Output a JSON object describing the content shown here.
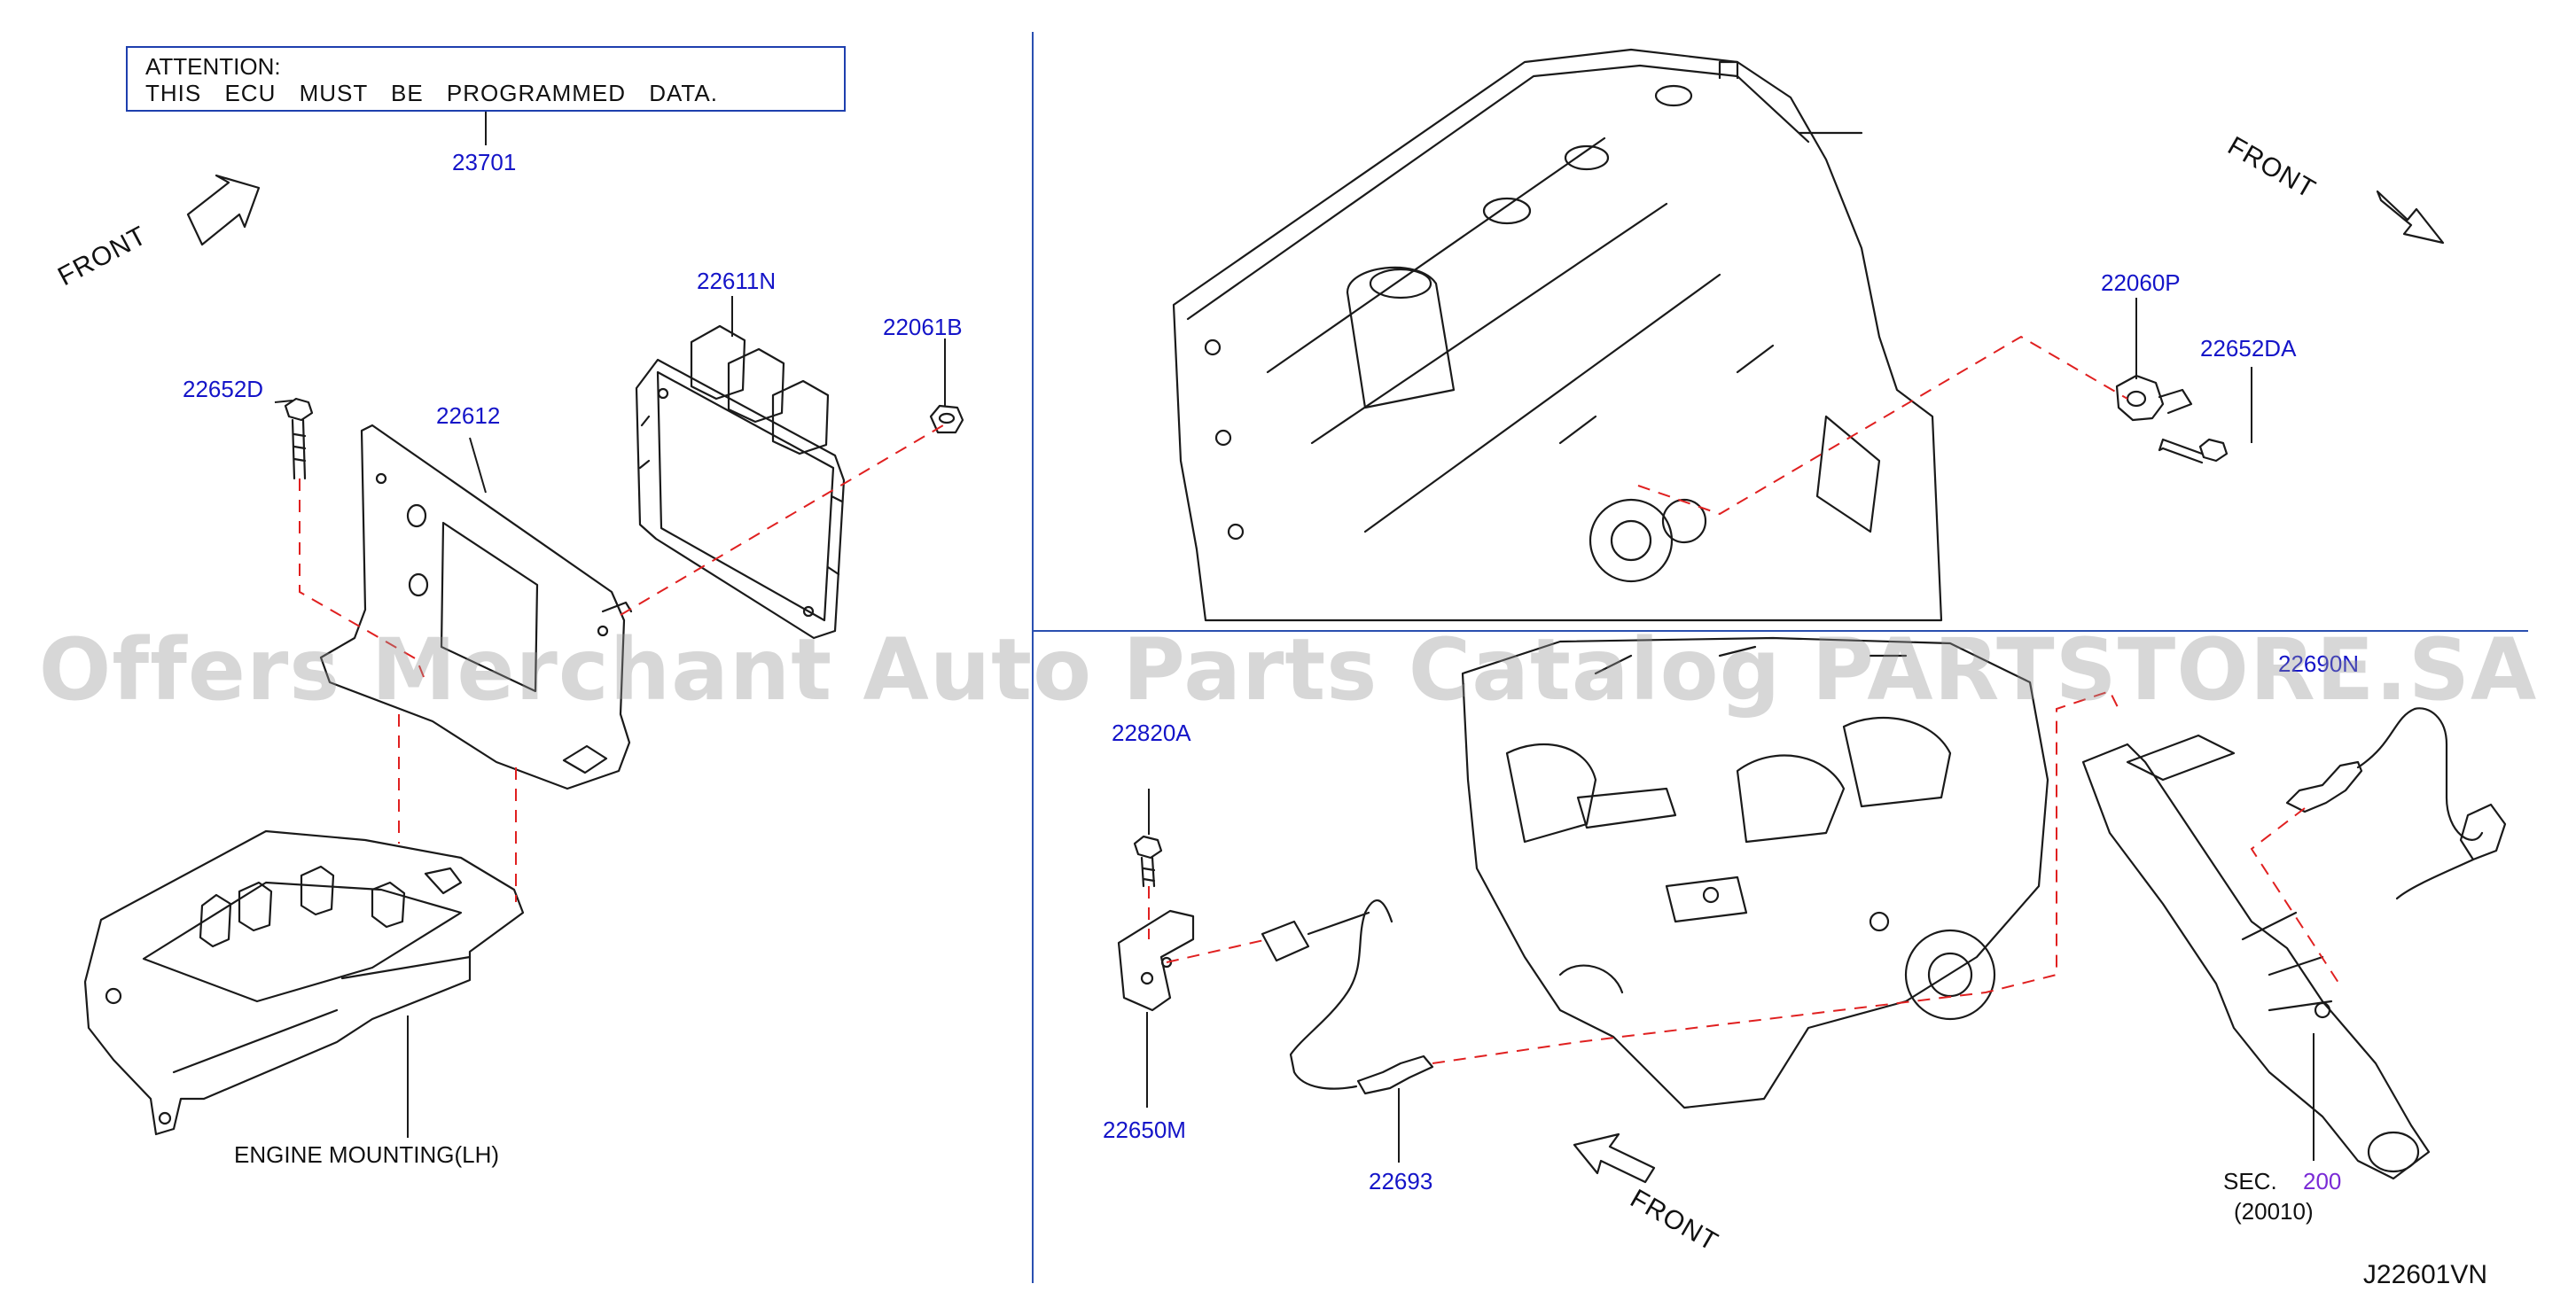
{
  "attention": {
    "line1": "ATTENTION:",
    "line2": "THIS  ECU  MUST  BE  PROGRAMMED  DATA."
  },
  "parts": [
    {
      "id": "p23701",
      "label": "23701"
    },
    {
      "id": "p22611N",
      "label": "22611N"
    },
    {
      "id": "p22061B",
      "label": "22061B"
    },
    {
      "id": "p22652D",
      "label": "22652D"
    },
    {
      "id": "p22612",
      "label": "22612"
    },
    {
      "id": "p22060P",
      "label": "22060P"
    },
    {
      "id": "p22652DA",
      "label": "22652DA"
    },
    {
      "id": "p22690N",
      "label": "22690N"
    },
    {
      "id": "p22820A",
      "label": "22820A"
    },
    {
      "id": "p22650M",
      "label": "22650M"
    },
    {
      "id": "p22693",
      "label": "22693"
    }
  ],
  "labels": {
    "engine_mounting": "ENGINE   MOUNTING(LH)",
    "sec_prefix": "SEC.",
    "sec_number": "200",
    "sec_sub": "(20010)",
    "front": "FRONT",
    "diagram_code": "J22601VN"
  },
  "watermark": "Offers Merchant Auto Parts Catalog PARTSTORE.SA",
  "colors": {
    "part_number": "#1414c8",
    "leader_dash": "#e02020",
    "divider": "#2a4fb0",
    "line_art": "#1a1a1a",
    "sec_link": "#7a2bd6"
  }
}
